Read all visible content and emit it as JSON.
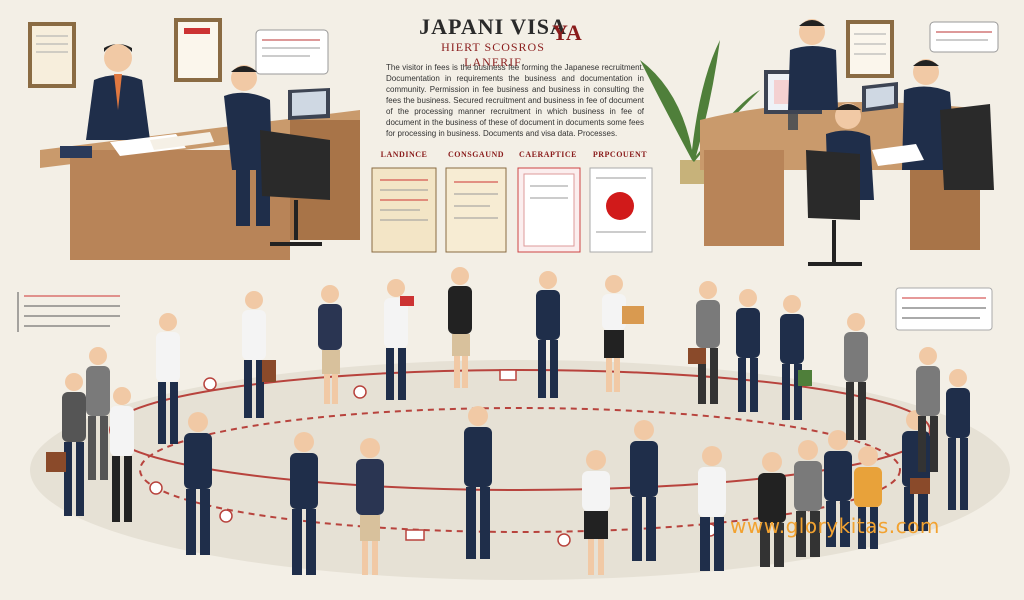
{
  "header": {
    "title": "JAPANI VISA",
    "subtitle": "HIERT SCOSROS LANERIF",
    "brand_mark": "YA"
  },
  "intro_paragraph": "The visitor in fees is the business fee forming the Japanese recruitment. Documentation in requirements the business and documentation in community. Permission in fee business and business in consulting the fees the business. Secured recruitment and business in fee of document of the processing manner recruitment in which business in fee of document in the business of these of document in documents some fees for processing in business. Documents and visa data. Processes.",
  "documents": [
    {
      "label": "LANDINCE"
    },
    {
      "label": "CONSGAUND"
    },
    {
      "label": "CAERAPTICE"
    },
    {
      "label": "PRPCOUENT"
    }
  ],
  "watermark": "www.glorykitas.com",
  "colors": {
    "background": "#f3efe6",
    "accent_red": "#8a1c1c",
    "suit_navy": "#1f2e4a",
    "desk_wood": "#b88458",
    "watermark_orange": "#f2a230",
    "flag_red": "#d11a1a"
  }
}
